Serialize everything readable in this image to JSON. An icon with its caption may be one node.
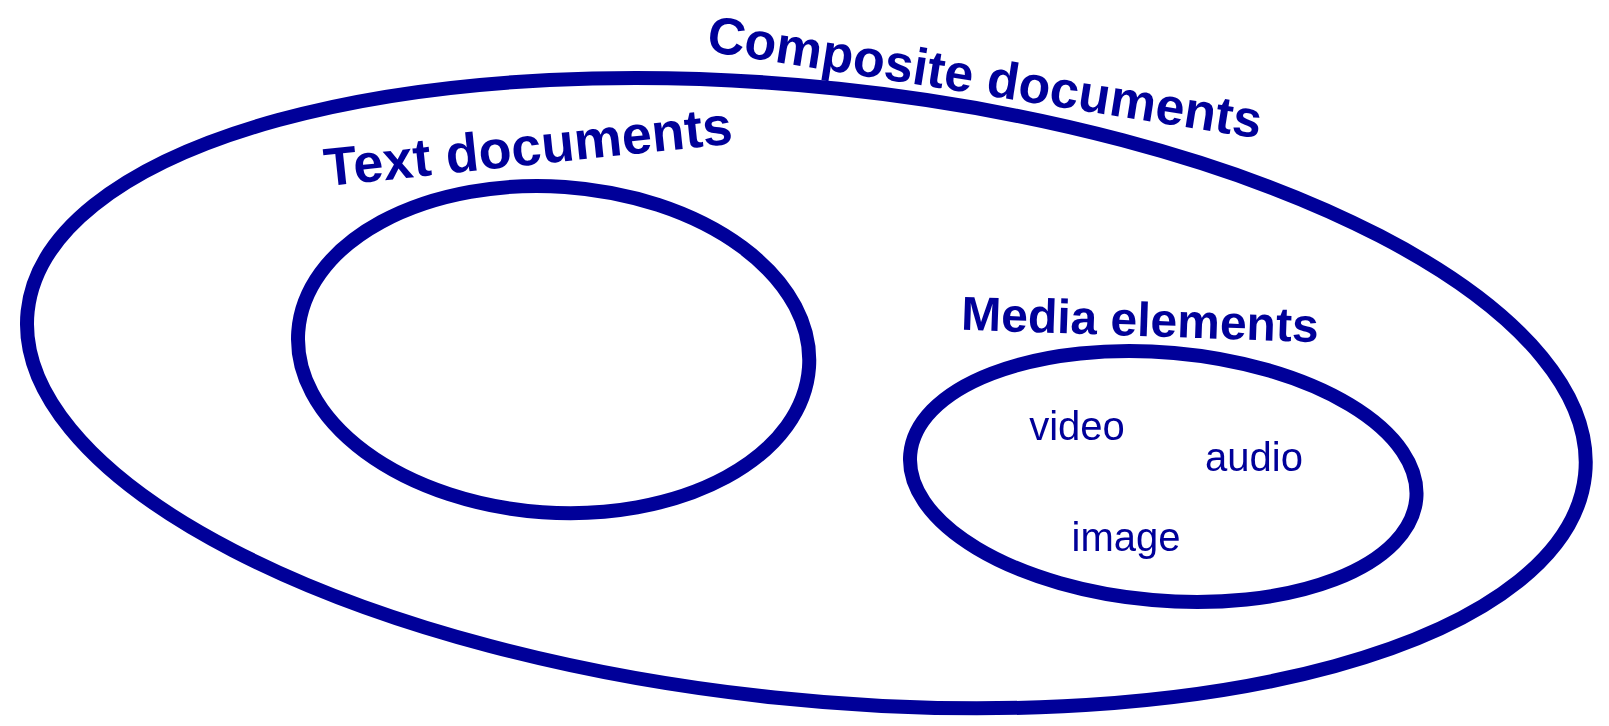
{
  "diagram": {
    "nodes": [
      {
        "text": [
          "Composite documents"
        ]
      },
      {
        "text": [
          "Text documents"
        ],
        "in": 0
      },
      {
        "text": [
          "Media elements",
          "video",
          "audio",
          "image"
        ],
        "in": 0
      }
    ]
  }
}
